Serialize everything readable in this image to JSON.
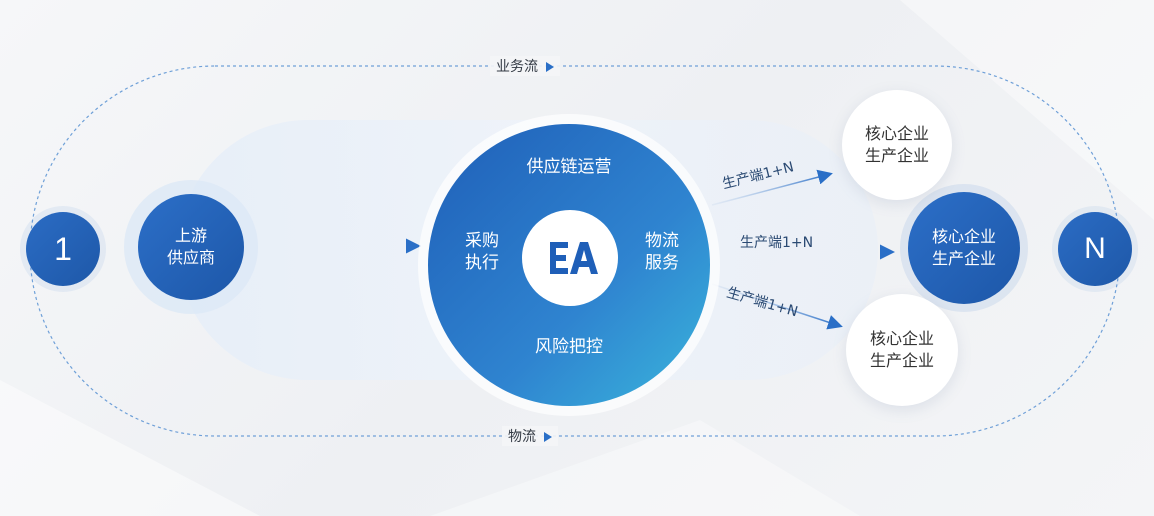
{
  "flows": {
    "top_label": "业务流",
    "bottom_label": "物流"
  },
  "endpoints": {
    "left": "1",
    "right": "N"
  },
  "supplier": {
    "line1": "上游",
    "line2": "供应商"
  },
  "hub": {
    "logo_text": "EA",
    "top": "供应链运营",
    "left_line1": "采购",
    "left_line2": "执行",
    "right_line1": "物流",
    "right_line2": "服务",
    "bottom": "风险把控"
  },
  "edges": {
    "upper": "生产端1+N",
    "middle": "生产端1+N",
    "lower": "生产端1+N"
  },
  "enterprises": {
    "top": {
      "line1": "核心企业",
      "line2": "生产企业"
    },
    "middle": {
      "line1": "核心企业",
      "line2": "生产企业"
    },
    "bottom": {
      "line1": "核心企业",
      "line2": "生产企业"
    }
  },
  "colors": {
    "primary_blue": "#2a6fc7",
    "deep_blue": "#1f5fb8",
    "teal": "#3aaed8",
    "dashed_line": "#6fa0d8"
  }
}
